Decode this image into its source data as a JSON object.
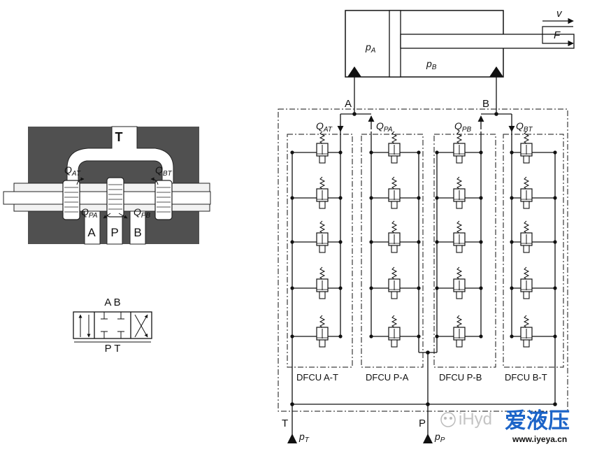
{
  "spool_valve": {
    "tank_label": "T",
    "port_a": "A",
    "port_p": "P",
    "port_b": "B",
    "flow_at": "Q",
    "flow_at_sub": "AT",
    "flow_bt": "Q",
    "flow_bt_sub": "BT",
    "flow_pa": "Q",
    "flow_pa_sub": "PA",
    "flow_pb": "Q",
    "flow_pb_sub": "PB"
  },
  "symbol": {
    "top_labels": "A B",
    "bottom_labels": "P T"
  },
  "cylinder": {
    "pressure_a": "p",
    "pressure_a_sub": "A",
    "pressure_b": "p",
    "pressure_b_sub": "B",
    "velocity": "v",
    "force": "F"
  },
  "circuit": {
    "port_a": "A",
    "port_b": "B",
    "port_t": "T",
    "port_p": "P",
    "q_at": "Q",
    "q_at_sub": "AT",
    "q_pa": "Q",
    "q_pa_sub": "PA",
    "q_pb": "Q",
    "q_pb_sub": "PB",
    "q_bt": "Q",
    "q_bt_sub": "BT",
    "p_t": "p",
    "p_t_sub": "T",
    "p_p": "p",
    "p_p_sub": "P",
    "units": [
      {
        "label": "DFCU A-T"
      },
      {
        "label": "DFCU P-A"
      },
      {
        "label": "DFCU P-B"
      },
      {
        "label": "DFCU B-T"
      }
    ]
  },
  "watermark": {
    "text": "iHyd",
    "brand": "爱液压",
    "url": "www.iyeya.cn"
  },
  "colors": {
    "housing": "#505050",
    "stroke": "#111111",
    "brand": "#1c64c8"
  }
}
